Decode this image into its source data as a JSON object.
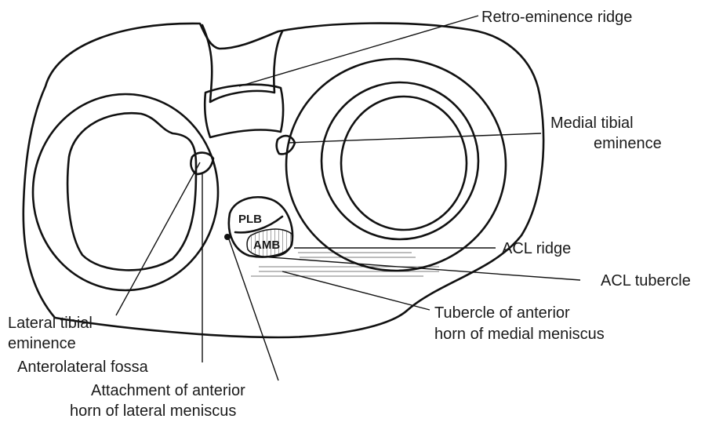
{
  "labels": {
    "retro_eminence_ridge": "Retro-eminence ridge",
    "medial_tibial_eminence": [
      "Medial tibial",
      "eminence"
    ],
    "acl_ridge": "ACL ridge",
    "acl_tubercle": "ACL tubercle",
    "tubercle_anterior_horn_medial": [
      "Tubercle of anterior",
      "horn of medial meniscus"
    ],
    "lateral_tibial_eminence": [
      "Lateral tibial",
      "eminence"
    ],
    "anterolateral_fossa": "Anterolateral fossa",
    "attachment_anterior_horn_lateral": [
      "Attachment of anterior",
      "horn of lateral meniscus"
    ],
    "plb": "PLB",
    "amb": "AMB"
  },
  "colors": {
    "ink": "#111111",
    "background": "#ffffff"
  }
}
